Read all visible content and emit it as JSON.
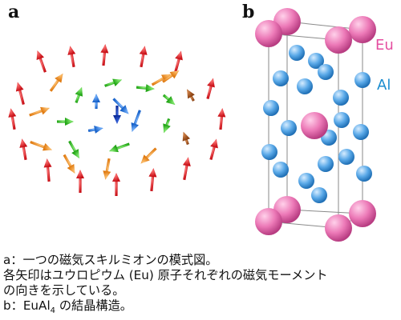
{
  "panels": {
    "a": {
      "label": "a"
    },
    "b": {
      "label": "b"
    }
  },
  "legend": {
    "eu": {
      "text": "Eu",
      "color": "#e54ea0"
    },
    "al": {
      "text": "Al",
      "color": "#1a8ccf"
    }
  },
  "caption": {
    "line1": "a：一つの磁気スキルミオンの模式図。",
    "line2": "各矢印はユウロピウム (Eu) 原子それぞれの磁気モーメント",
    "line3": "の向きを示している。",
    "line4_prefix": "b：EuAl",
    "line4_sub": "4",
    "line4_suffix": " の結晶構造。"
  },
  "colors": {
    "red": "#d8161f",
    "orange": "#f08a1c",
    "green": "#2db51f",
    "blue": "#1e74d6",
    "navy": "#0b2fa8",
    "brown": "#a2521b",
    "eu_atom": "#e767ad",
    "al_atom": "#4a9fe0"
  }
}
